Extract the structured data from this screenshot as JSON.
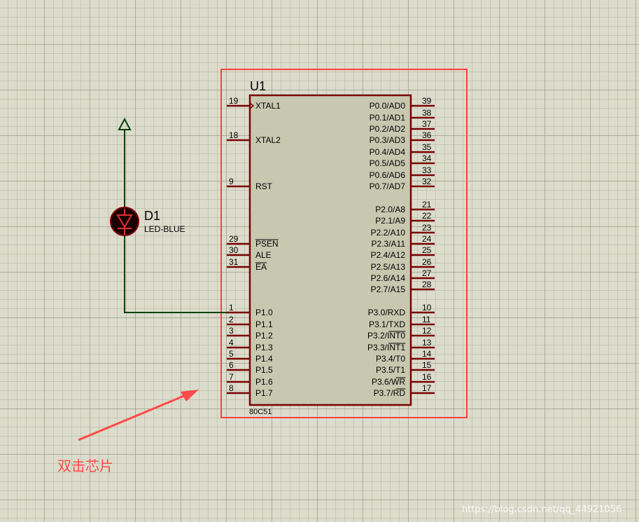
{
  "chip": {
    "ref": "U1",
    "part": "80C51",
    "left_pins": [
      {
        "num": "19",
        "name": "XTAL1"
      },
      {
        "num": "18",
        "name": "XTAL2"
      },
      {
        "num": "9",
        "name": "RST"
      },
      {
        "num": "29",
        "name": "PSEN"
      },
      {
        "num": "30",
        "name": "ALE"
      },
      {
        "num": "31",
        "name": "EA"
      },
      {
        "num": "1",
        "name": "P1.0"
      },
      {
        "num": "2",
        "name": "P1.1"
      },
      {
        "num": "3",
        "name": "P1.2"
      },
      {
        "num": "4",
        "name": "P1.3"
      },
      {
        "num": "5",
        "name": "P1.4"
      },
      {
        "num": "6",
        "name": "P1.5"
      },
      {
        "num": "7",
        "name": "P1.6"
      },
      {
        "num": "8",
        "name": "P1.7"
      }
    ],
    "right_pins": [
      {
        "num": "39",
        "name": "P0.0/AD0"
      },
      {
        "num": "38",
        "name": "P0.1/AD1"
      },
      {
        "num": "37",
        "name": "P0.2/AD2"
      },
      {
        "num": "36",
        "name": "P0.3/AD3"
      },
      {
        "num": "35",
        "name": "P0.4/AD4"
      },
      {
        "num": "34",
        "name": "P0.5/AD5"
      },
      {
        "num": "33",
        "name": "P0.6/AD6"
      },
      {
        "num": "32",
        "name": "P0.7/AD7"
      },
      {
        "num": "21",
        "name": "P2.0/A8"
      },
      {
        "num": "22",
        "name": "P2.1/A9"
      },
      {
        "num": "23",
        "name": "P2.2/A10"
      },
      {
        "num": "24",
        "name": "P2.3/A11"
      },
      {
        "num": "25",
        "name": "P2.4/A12"
      },
      {
        "num": "26",
        "name": "P2.5/A13"
      },
      {
        "num": "27",
        "name": "P2.6/A14"
      },
      {
        "num": "28",
        "name": "P2.7/A15"
      },
      {
        "num": "10",
        "name": "P3.0/RXD"
      },
      {
        "num": "11",
        "name": "P3.1/TXD"
      },
      {
        "num": "12",
        "name": "P3.2/INT0"
      },
      {
        "num": "13",
        "name": "P3.3/INT1"
      },
      {
        "num": "14",
        "name": "P3.4/T0"
      },
      {
        "num": "15",
        "name": "P3.5/T1"
      },
      {
        "num": "16",
        "name": "P3.6/WR"
      },
      {
        "num": "17",
        "name": "P3.7/RD"
      }
    ]
  },
  "led": {
    "ref": "D1",
    "value": "LED-BLUE"
  },
  "annotation": {
    "text": "双击芯片"
  },
  "watermark": "https://blog.csdn.net/qq_44921056",
  "colors": {
    "background": "#dcdccc",
    "chip_body": "#c8c8b0",
    "chip_border": "#7a0000",
    "wire": "#004000",
    "highlight": "#ff4040",
    "led_fill": "#1a0000"
  }
}
